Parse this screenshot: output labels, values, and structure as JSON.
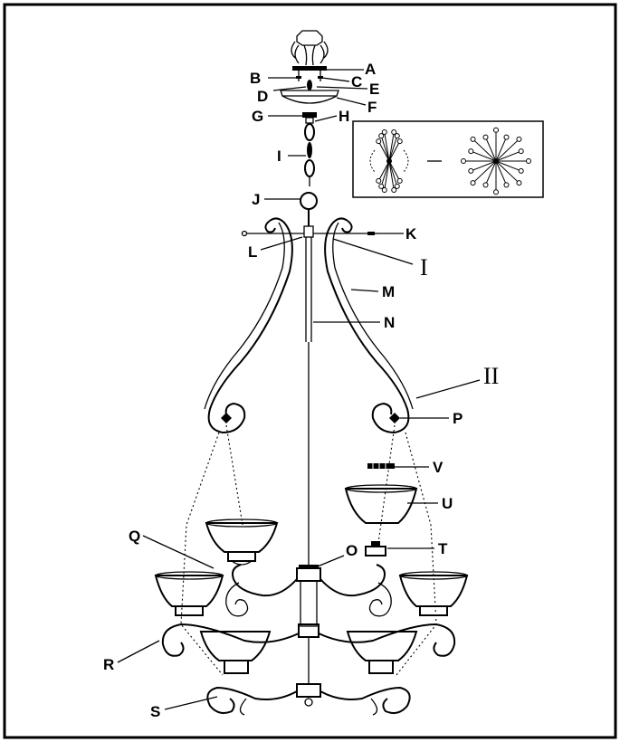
{
  "labels": {
    "A": "A",
    "B": "B",
    "C": "C",
    "D": "D",
    "E": "E",
    "F": "F",
    "G": "G",
    "H": "H",
    "I": "I",
    "J": "J",
    "K": "K",
    "L": "L",
    "M": "M",
    "N": "N",
    "O": "O",
    "P": "P",
    "Q": "Q",
    "R": "R",
    "S": "S",
    "T": "T",
    "U": "U",
    "V": "V",
    "roman_1": "I",
    "roman_2": "II"
  },
  "colors": {
    "line": "#000000",
    "background": "#ffffff"
  },
  "icons": {
    "inset": "wiring-spread-icon"
  }
}
